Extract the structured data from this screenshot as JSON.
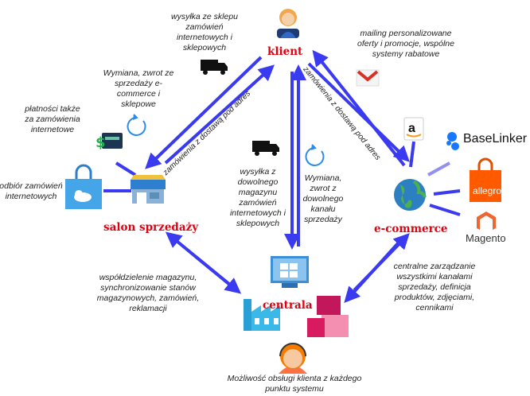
{
  "nodes": {
    "client": "klient",
    "store": "salon sprzedaży",
    "ecommerce": "e-commerce",
    "central": "centrala"
  },
  "notes": {
    "shipping_from_store": "wysyłka ze sklepu zamówień internetowych i sklepowych",
    "returns_store": "Wymiana, zwrot ze sprzedaży e-commerce i sklepowe",
    "payments": "płatności także za zamówienia internetowe",
    "pickup": "odbiór zamówień internetowych",
    "mailing": "mailing personalizowane oferty i promocje, wspólne systemy rabatowe",
    "shipping_central": "wysyłka z dowolnego magazynu zamówień internetowych i sklepowych",
    "returns_any": "Wymiana, zwrot z dowolnego kanału sprzedaży",
    "warehouse_sharing": "współdzielenie magazynu, synchronizowanie stanów magazynowych, zamówień, reklamacji",
    "central_management": "centralne zarządzanie wszystkimi kanałami sprzedaży, definicja produktów, zdjęciami, cennikami",
    "customer_service": "Możliwość obsługi klienta z każdego punktu systemu"
  },
  "arrow_labels": {
    "left_diagonal": "zamówienia z dostawą pod adres",
    "right_diagonal": "zamówienia z dostawą pod adres"
  },
  "brands": {
    "baselinker": "BaseLinker",
    "allegro": "allegro",
    "magento": "Magento"
  },
  "colors": {
    "arrow": "#3a3af0",
    "title": "#e0000f"
  }
}
